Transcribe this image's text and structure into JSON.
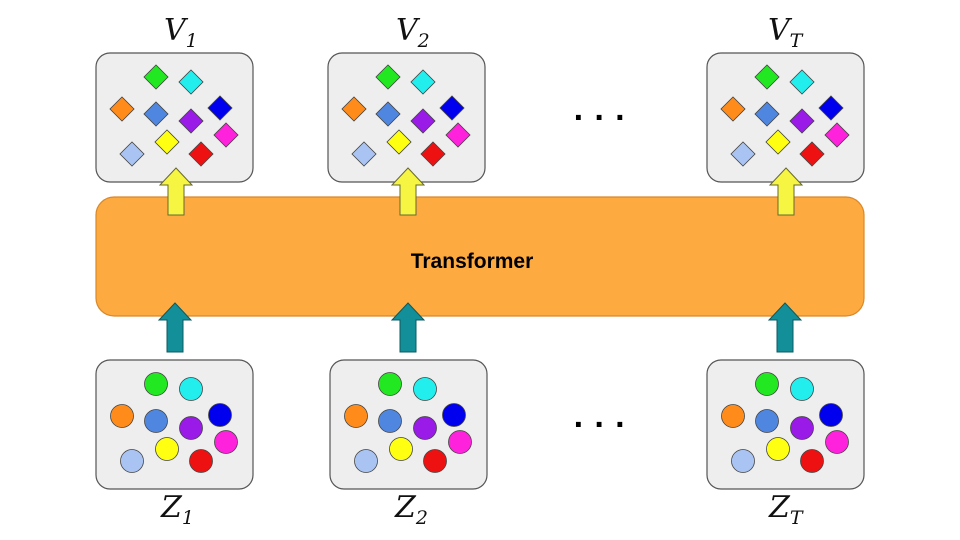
{
  "transformer": {
    "label": "Transformer",
    "fill": "#fdaa40",
    "stroke": "#d9882a"
  },
  "ellipsis": "· · ·",
  "panel_style": {
    "fill": "#eeeeee",
    "stroke": "#555555"
  },
  "arrow_colors": {
    "output": "#f5f542",
    "input": "#138f99"
  },
  "token_colors": [
    "#22e822",
    "#22eeee",
    "#ff8c1a",
    "#4f86e0",
    "#0000ee",
    "#9a1ae8",
    "#ff22dd",
    "#a9c4f2",
    "#ffff11",
    "#ee1111"
  ],
  "outputs": [
    {
      "base": "V",
      "sub": "1",
      "sub_italic": false
    },
    {
      "base": "V",
      "sub": "2",
      "sub_italic": false
    },
    {
      "base": "V",
      "sub": "T",
      "sub_italic": true
    }
  ],
  "inputs": [
    {
      "base": "Z",
      "sub": "1",
      "sub_italic": false
    },
    {
      "base": "Z",
      "sub": "2",
      "sub_italic": false
    },
    {
      "base": "Z",
      "sub": "T",
      "sub_italic": true
    }
  ]
}
